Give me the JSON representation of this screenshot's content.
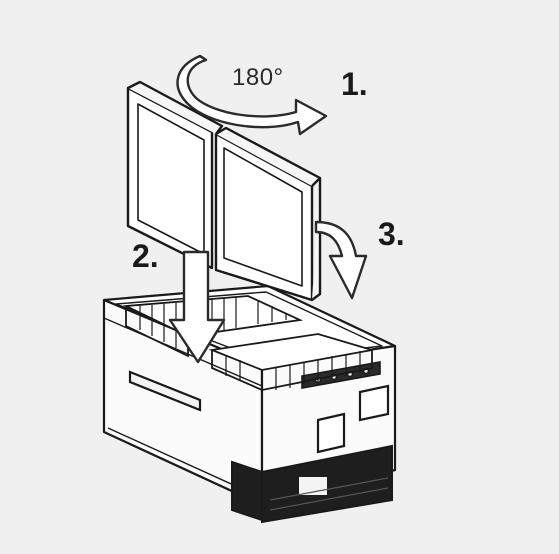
{
  "diagram": {
    "rotation_label": "180°",
    "steps": [
      "1.",
      "2.",
      "3."
    ]
  },
  "colors": {
    "background": "#f0f0f0",
    "line": "#1a1a1a",
    "arrow": "#2b2b2b",
    "panel": "#ffffff",
    "body": "#fbfbfb",
    "dark": "#1e1e1e"
  },
  "icons": {
    "rotate_arrow": "rotate-180-arrow-icon",
    "down_arrow": "down-arrow-icon",
    "curved_arrow": "curved-down-arrow-icon"
  }
}
